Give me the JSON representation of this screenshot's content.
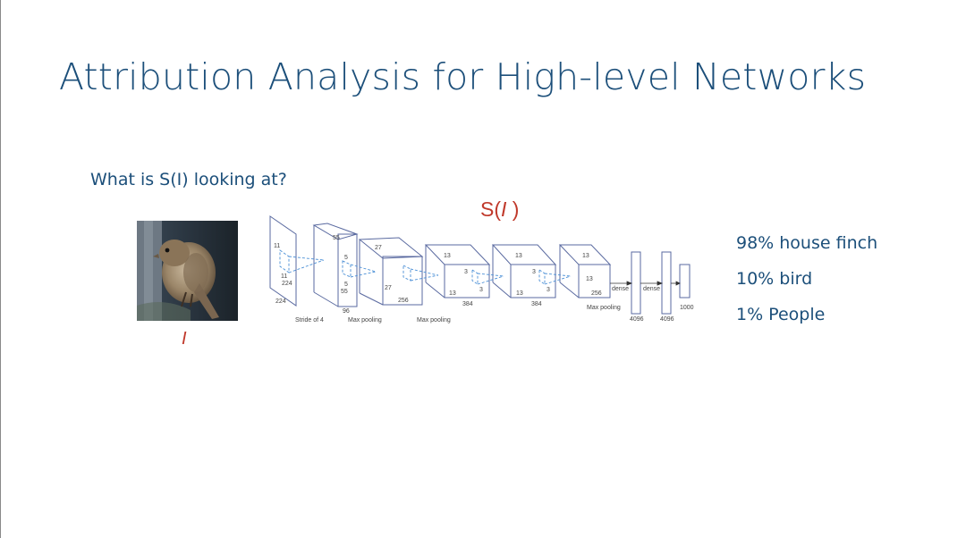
{
  "slide": {
    "title": "Attribution Analysis for High-level Networks",
    "question": "What is S(I) looking at?",
    "image_label": "I",
    "network_label": {
      "prefix": "S(",
      "var": "I",
      "suffix": " )"
    }
  },
  "network": {
    "texts": {
      "in_h": "224",
      "in_w": "224",
      "in_k1": "11",
      "in_k2": "11",
      "stride": "Stride of 4",
      "c1_top": "55",
      "c1_k1": "5",
      "c1_k2": "5",
      "c1_h": "55",
      "c1_d": "96",
      "pool1": "Max pooling",
      "c2_top": "27",
      "c2_h": "27",
      "c2_d": "256",
      "pool2": "Max pooling",
      "c3_top": "13",
      "c3_k1": "3",
      "c3_k2": "3",
      "c3_h": "13",
      "c3_d": "384",
      "c4_top": "13",
      "c4_k1": "3",
      "c4_k2": "3",
      "c4_h": "13",
      "c4_d": "384",
      "c5_top": "13",
      "c5_h": "13",
      "c5_d": "256",
      "pool3": "Max pooling",
      "dense1": "dense",
      "dense2": "dense",
      "fc1": "4096",
      "fc2": "4096",
      "fc3": "1000"
    }
  },
  "predictions": [
    {
      "label": "98% house finch"
    },
    {
      "label": "10% bird"
    },
    {
      "label": "1% People"
    }
  ],
  "colors": {
    "title": "#1c4f7a",
    "accent_red": "#c0392b",
    "line": "#5a6aa0",
    "kernel": "#4a8fd6"
  }
}
